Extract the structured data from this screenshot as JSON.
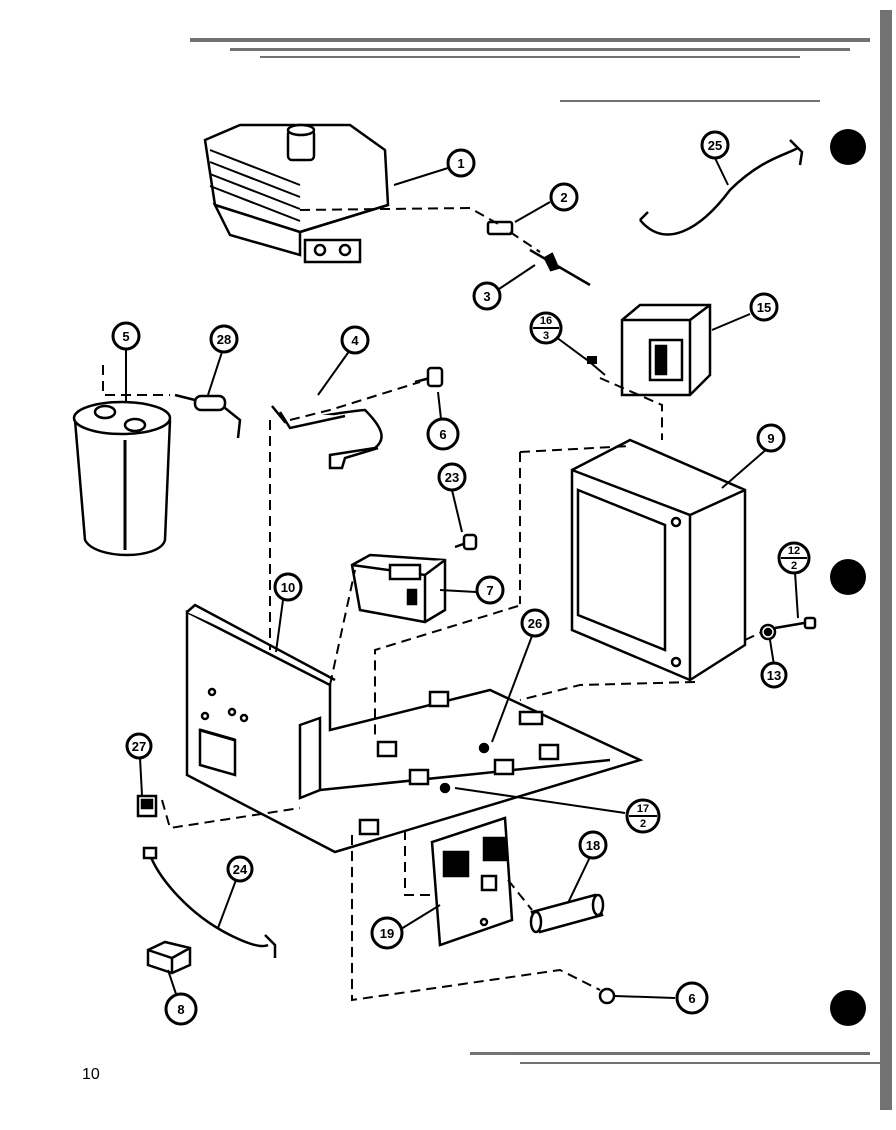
{
  "page_number": "10",
  "callouts": [
    {
      "id": "c1",
      "label": "1"
    },
    {
      "id": "c2",
      "label": "2"
    },
    {
      "id": "c3",
      "label": "3"
    },
    {
      "id": "c4",
      "label": "4"
    },
    {
      "id": "c5",
      "label": "5"
    },
    {
      "id": "c6a",
      "label": "6"
    },
    {
      "id": "c6b",
      "label": "6"
    },
    {
      "id": "c7",
      "label": "7"
    },
    {
      "id": "c8",
      "label": "8"
    },
    {
      "id": "c9",
      "label": "9"
    },
    {
      "id": "c10",
      "label": "10"
    },
    {
      "id": "c13",
      "label": "13"
    },
    {
      "id": "c15",
      "label": "15"
    },
    {
      "id": "c18",
      "label": "18"
    },
    {
      "id": "c19",
      "label": "19"
    },
    {
      "id": "c23",
      "label": "23"
    },
    {
      "id": "c24",
      "label": "24"
    },
    {
      "id": "c25",
      "label": "25"
    },
    {
      "id": "c26",
      "label": "26"
    },
    {
      "id": "c27",
      "label": "27"
    },
    {
      "id": "c28",
      "label": "28"
    }
  ],
  "fraction_callouts": [
    {
      "id": "f16",
      "top": "16",
      "bottom": "3"
    },
    {
      "id": "f12",
      "top": "12",
      "bottom": "2"
    },
    {
      "id": "f17",
      "top": "17",
      "bottom": "2"
    }
  ]
}
